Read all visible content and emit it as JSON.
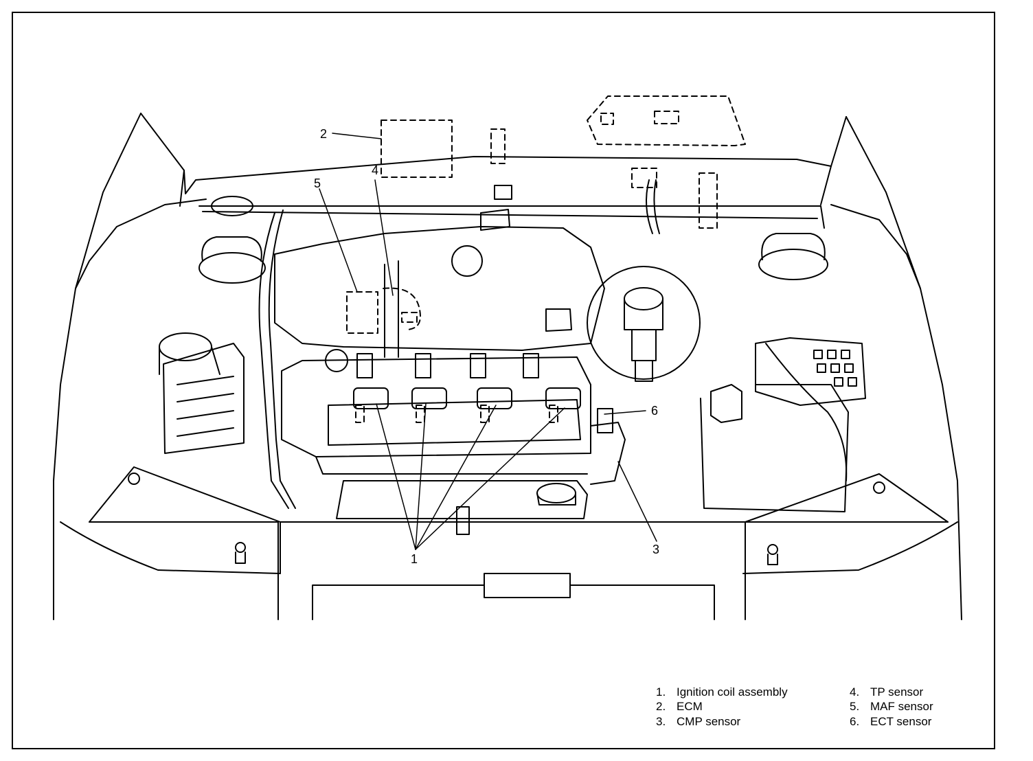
{
  "callouts": {
    "c1": "1",
    "c2": "2",
    "c3": "3",
    "c4": "4",
    "c5": "5",
    "c6": "6"
  },
  "legend": [
    {
      "num": "1.",
      "label": "Ignition coil assembly"
    },
    {
      "num": "2.",
      "label": "ECM"
    },
    {
      "num": "3.",
      "label": "CMP sensor"
    },
    {
      "num": "4.",
      "label": "TP sensor"
    },
    {
      "num": "5.",
      "label": "MAF sensor"
    },
    {
      "num": "6.",
      "label": "ECT sensor"
    }
  ],
  "colors": {
    "line": "#000000",
    "background": "#ffffff"
  }
}
